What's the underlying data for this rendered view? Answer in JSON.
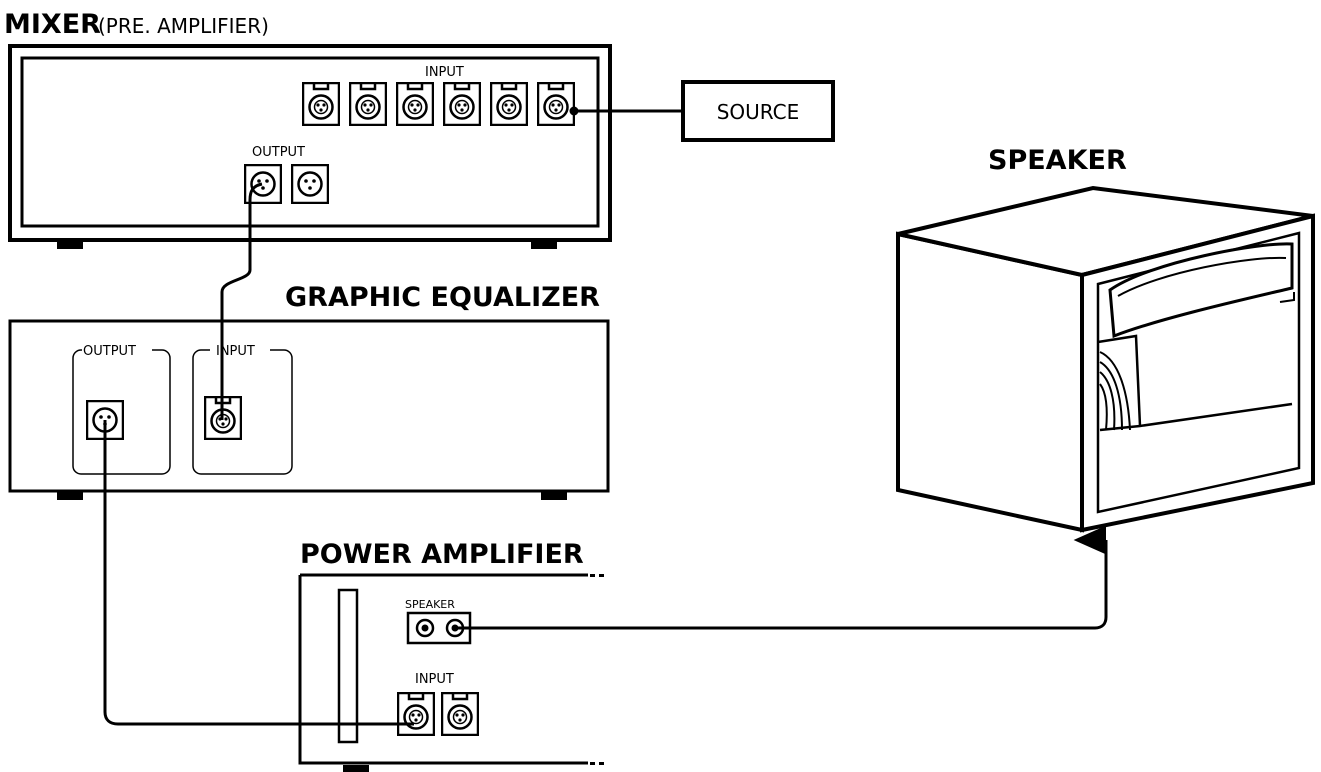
{
  "mixer": {
    "title": "MIXER",
    "subtitle": "(PRE. AMPLIFIER)",
    "input_label": "INPUT",
    "output_label": "OUTPUT",
    "input_count": 6,
    "output_count": 2
  },
  "source": {
    "label": "SOURCE"
  },
  "equalizer": {
    "title": "GRAPHIC EQUALIZER",
    "output_label": "OUTPUT",
    "input_label": "INPUT"
  },
  "power_amp": {
    "title": "POWER AMPLIFIER",
    "speaker_label": "SPEAKER",
    "input_label": "INPUT"
  },
  "speaker": {
    "title": "SPEAKER"
  }
}
